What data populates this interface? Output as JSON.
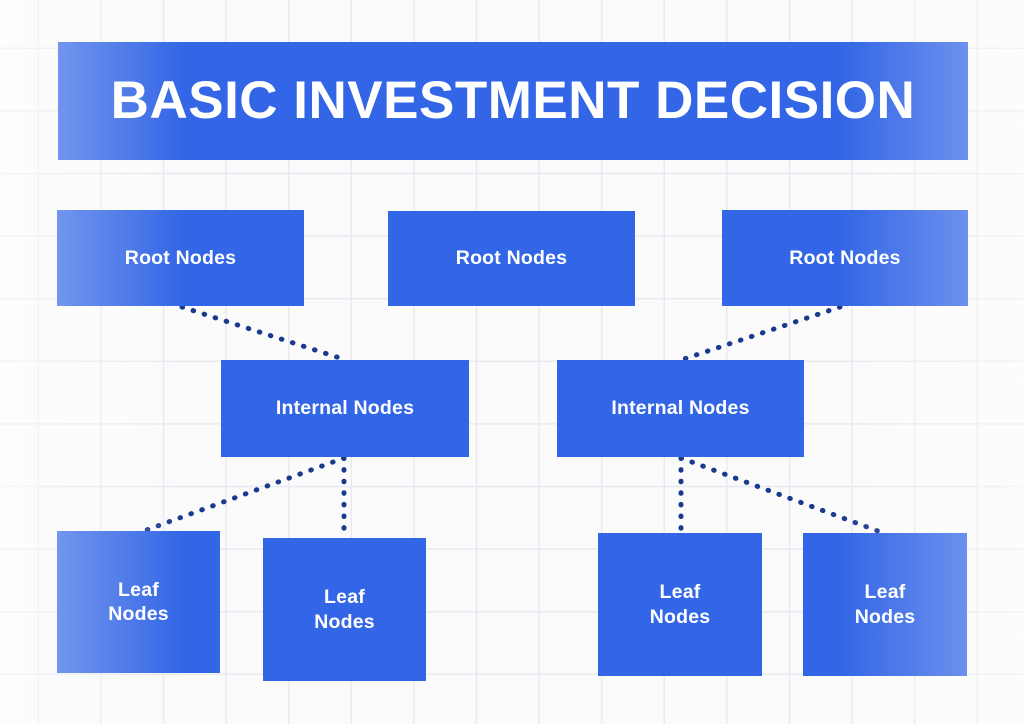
{
  "diagram": {
    "title": "BASIC INVESTMENT DECISION",
    "colors": {
      "node_fill": "#3366E6",
      "node_text": "#FFFFFF",
      "connector": "#1A3A8F",
      "background": "#FBFBFB",
      "grid_line": "#E9E9F3"
    },
    "root_nodes": [
      {
        "label": "Root Nodes"
      },
      {
        "label": "Root Nodes"
      },
      {
        "label": "Root Nodes"
      }
    ],
    "internal_nodes": [
      {
        "label": "Internal Nodes"
      },
      {
        "label": "Internal Nodes"
      }
    ],
    "leaf_nodes": [
      {
        "line1": "Leaf",
        "line2": "Nodes"
      },
      {
        "line1": "Leaf",
        "line2": "Nodes"
      },
      {
        "line1": "Leaf",
        "line2": "Nodes"
      },
      {
        "line1": "Leaf",
        "line2": "Nodes"
      }
    ],
    "connectors": [
      {
        "from": "root-node-1",
        "to": "internal-node-1",
        "style": "dotted"
      },
      {
        "from": "root-node-3",
        "to": "internal-node-2",
        "style": "dotted"
      },
      {
        "from": "internal-node-1",
        "to": "leaf-node-1",
        "style": "dotted"
      },
      {
        "from": "internal-node-1",
        "to": "leaf-node-2",
        "style": "dotted"
      },
      {
        "from": "internal-node-2",
        "to": "leaf-node-3",
        "style": "dotted"
      },
      {
        "from": "internal-node-2",
        "to": "leaf-node-4",
        "style": "dotted"
      }
    ]
  }
}
